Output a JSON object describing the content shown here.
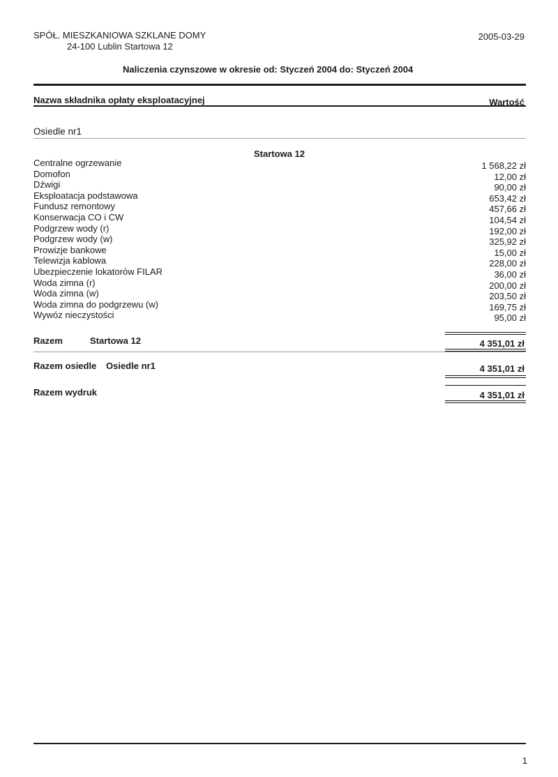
{
  "header": {
    "company": "SPÓŁ. MIESZKANIOWA SZKLANE DOMY",
    "address": "24-100 Lublin Startowa 12",
    "date": "2005-03-29",
    "report_title": "Naliczenia czynszowe w okresie od: Styczeń 2004 do: Styczeń 2004"
  },
  "columns": {
    "name": "Nazwa składnika opłaty eksploatacyjnej",
    "value": "Wartość"
  },
  "estate": "Osiedle nr1",
  "building": "Startowa 12",
  "items": [
    {
      "name": "Centralne ogrzewanie",
      "value": "1 568,22 zł"
    },
    {
      "name": "Domofon",
      "value": "12,00 zł"
    },
    {
      "name": "Dźwigi",
      "value": "90,00 zł"
    },
    {
      "name": "Eksploatacja podstawowa",
      "value": "653,42 zł"
    },
    {
      "name": "Fundusz remontowy",
      "value": "457,66 zł"
    },
    {
      "name": "Konserwacja CO i CW",
      "value": "104,54 zł"
    },
    {
      "name": "Podgrzew wody (r)",
      "value": "192,00 zł"
    },
    {
      "name": "Podgrzew wody (w)",
      "value": "325,92 zł"
    },
    {
      "name": "Prowizje bankowe",
      "value": "15,00 zł"
    },
    {
      "name": "Telewizja kablowa",
      "value": "228,00 zł"
    },
    {
      "name": "Ubezpieczenie lokatorów FILAR",
      "value": "36,00 zł"
    },
    {
      "name": "Woda zimna (r)",
      "value": "200,00 zł"
    },
    {
      "name": "Woda zimna (w)",
      "value": "203,50 zł"
    },
    {
      "name": "Woda zimna do podgrzewu (w)",
      "value": "169,75 zł"
    },
    {
      "name": "Wywóz nieczystości",
      "value": "95,00 zł"
    }
  ],
  "totals": {
    "building_label": "Razem",
    "building_name": "Startowa 12",
    "building_value": "4 351,01 zł",
    "estate_label": "Razem osiedle",
    "estate_name": "Osiedle nr1",
    "estate_value": "4 351,01 zł",
    "print_label": "Razem wydruk",
    "print_value": "4 351,01 zł"
  },
  "footer": {
    "page_number": "1"
  }
}
